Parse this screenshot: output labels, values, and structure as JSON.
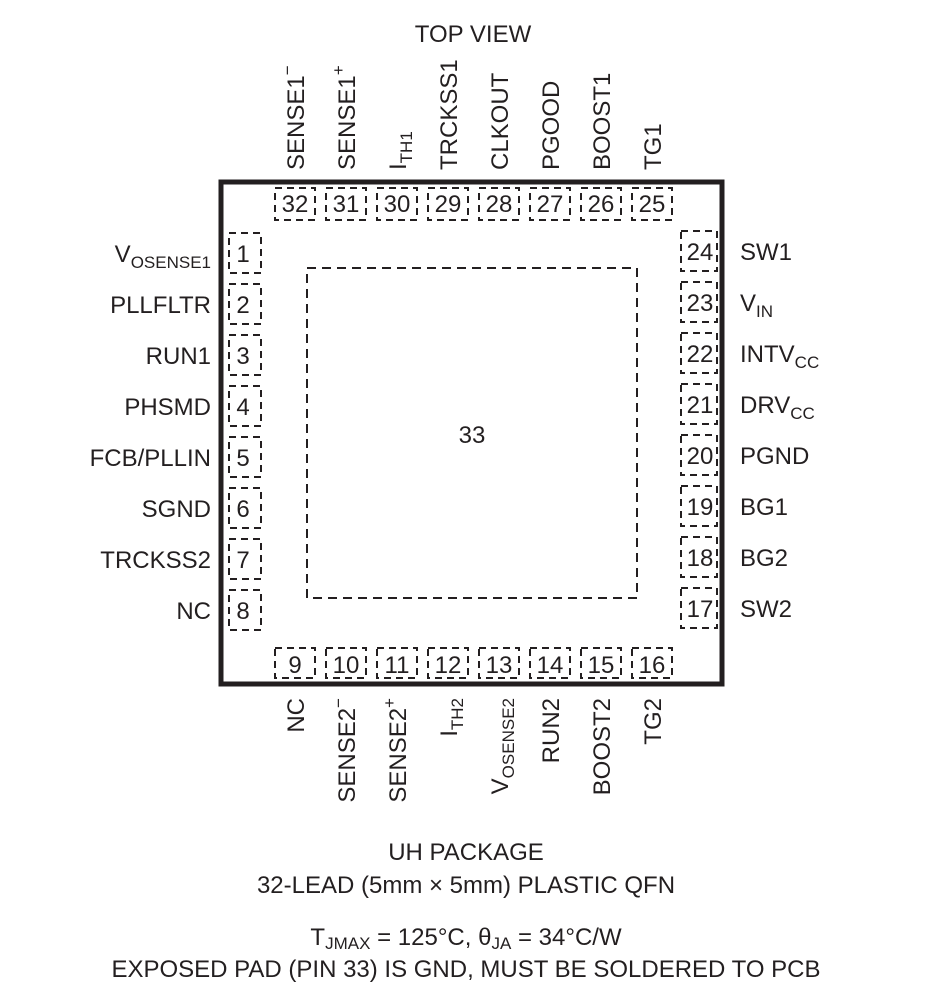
{
  "top_title": "TOP VIEW",
  "exposed_pad_number": "33",
  "pins": {
    "left": [
      {
        "num": "1",
        "label": "V",
        "sub": "OSENSE1",
        "sup": ""
      },
      {
        "num": "2",
        "label": "PLLFLTR",
        "sub": "",
        "sup": ""
      },
      {
        "num": "3",
        "label": "RUN1",
        "sub": "",
        "sup": ""
      },
      {
        "num": "4",
        "label": "PHSMD",
        "sub": "",
        "sup": ""
      },
      {
        "num": "5",
        "label": "FCB/PLLIN",
        "sub": "",
        "sup": ""
      },
      {
        "num": "6",
        "label": "SGND",
        "sub": "",
        "sup": ""
      },
      {
        "num": "7",
        "label": "TRCKSS2",
        "sub": "",
        "sup": ""
      },
      {
        "num": "8",
        "label": "NC",
        "sub": "",
        "sup": ""
      }
    ],
    "bottom": [
      {
        "num": "9",
        "label": "NC",
        "sub": "",
        "sup": ""
      },
      {
        "num": "10",
        "label": "SENSE2",
        "sub": "",
        "sup": "−"
      },
      {
        "num": "11",
        "label": "SENSE2",
        "sub": "",
        "sup": "+"
      },
      {
        "num": "12",
        "label": "I",
        "sub": "TH2",
        "sup": ""
      },
      {
        "num": "13",
        "label": "V",
        "sub": "OSENSE2",
        "sup": ""
      },
      {
        "num": "14",
        "label": "RUN2",
        "sub": "",
        "sup": ""
      },
      {
        "num": "15",
        "label": "BOOST2",
        "sub": "",
        "sup": ""
      },
      {
        "num": "16",
        "label": "TG2",
        "sub": "",
        "sup": ""
      }
    ],
    "right": [
      {
        "num": "17",
        "label": "SW2",
        "sub": "",
        "sup": ""
      },
      {
        "num": "18",
        "label": "BG2",
        "sub": "",
        "sup": ""
      },
      {
        "num": "19",
        "label": "BG1",
        "sub": "",
        "sup": ""
      },
      {
        "num": "20",
        "label": "PGND",
        "sub": "",
        "sup": ""
      },
      {
        "num": "21",
        "label": "DRV",
        "sub": "CC",
        "sup": ""
      },
      {
        "num": "22",
        "label": "INTV",
        "sub": "CC",
        "sup": ""
      },
      {
        "num": "23",
        "label": "V",
        "sub": "IN",
        "sup": ""
      },
      {
        "num": "24",
        "label": "SW1",
        "sub": "",
        "sup": ""
      }
    ],
    "top": [
      {
        "num": "25",
        "label": "TG1",
        "sub": "",
        "sup": ""
      },
      {
        "num": "26",
        "label": "BOOST1",
        "sub": "",
        "sup": ""
      },
      {
        "num": "27",
        "label": "PGOOD",
        "sub": "",
        "sup": ""
      },
      {
        "num": "28",
        "label": "CLKOUT",
        "sub": "",
        "sup": ""
      },
      {
        "num": "29",
        "label": "TRCKSS1",
        "sub": "",
        "sup": ""
      },
      {
        "num": "30",
        "label": "I",
        "sub": "TH1",
        "sup": ""
      },
      {
        "num": "31",
        "label": "SENSE1",
        "sub": "",
        "sup": "+"
      },
      {
        "num": "32",
        "label": "SENSE1",
        "sub": "",
        "sup": "−"
      }
    ]
  },
  "captions": {
    "package": "UH PACKAGE",
    "lead": "32-LEAD (5mm × 5mm) PLASTIC QFN",
    "thermal": {
      "t": "T",
      "t_sub": "JMAX",
      "t_val": " = 125°C, ",
      "theta": "θ",
      "theta_sub": "JA",
      "theta_val": " = 34°C/W"
    },
    "exposed_pad": "EXPOSED PAD (PIN 33) IS GND, MUST BE SOLDERED TO PCB"
  }
}
